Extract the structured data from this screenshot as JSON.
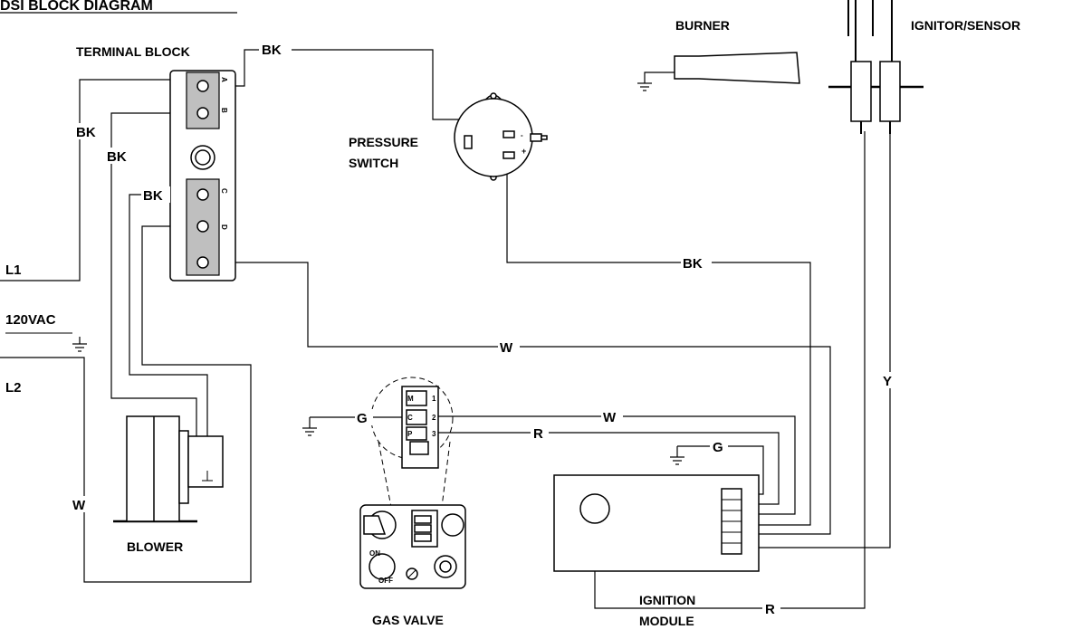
{
  "title": "DSI BLOCK DIAGRAM",
  "components": {
    "terminal_block": "TERMINAL BLOCK",
    "burner": "BURNER",
    "ignitor_sensor": "IGNITOR/SENSOR",
    "pressure_switch_line1": "PRESSURE",
    "pressure_switch_line2": "SWITCH",
    "blower": "BLOWER",
    "gas_valve": "GAS VALVE",
    "ignition_module_line1": "IGNITION",
    "ignition_module_line2": "MODULE"
  },
  "supply": {
    "l1": "L1",
    "voltage": "120VAC",
    "l2": "L2"
  },
  "terminal_letters": [
    "A",
    "B",
    "C",
    "D"
  ],
  "valve_terminals": {
    "left": [
      "M",
      "C",
      "P"
    ],
    "right": [
      "1",
      "2",
      "3"
    ]
  },
  "valve_knob": {
    "on": "ON",
    "off": "OFF"
  },
  "switch_marks": {
    "plus": "+",
    "minus": "-"
  },
  "wire_labels": {
    "bk_tb_to_switch": "BK",
    "bk_l1": "BK",
    "bk_terminal_b": "BK",
    "bk_terminal_c": "BK",
    "bk_switch_to_module": "BK",
    "w_terminal_to_module": "W",
    "w_l2_to_blower": "W",
    "w_valve_to_module": "W",
    "g_valve_ground": "G",
    "g_module_ground": "G",
    "r_valve_to_module": "R",
    "r_module_to_ignitor": "R",
    "y_sensor": "Y"
  }
}
